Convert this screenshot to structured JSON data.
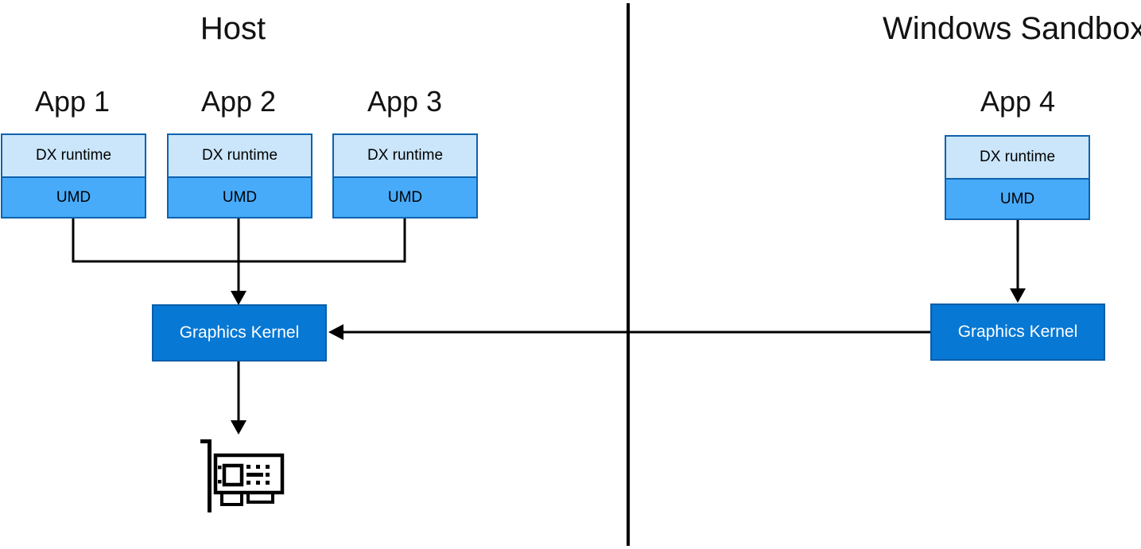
{
  "diagram": {
    "host": {
      "title": "Host",
      "apps": [
        {
          "label": "App 1",
          "layers": [
            "DX runtime",
            "UMD"
          ]
        },
        {
          "label": "App 2",
          "layers": [
            "DX runtime",
            "UMD"
          ]
        },
        {
          "label": "App 3",
          "layers": [
            "DX runtime",
            "UMD"
          ]
        }
      ],
      "kernel_label": "Graphics Kernel",
      "gpu_icon": "pci-graphics-card-icon"
    },
    "sandbox": {
      "title": "Windows Sandbox",
      "apps": [
        {
          "label": "App 4",
          "layers": [
            "DX runtime",
            "UMD"
          ]
        }
      ],
      "kernel_label": "Graphics Kernel"
    },
    "colors": {
      "dx_runtime_fill": "#CBE6FA",
      "umd_fill": "#47ABFA",
      "app_box_border": "#0D62AE",
      "kernel_fill": "#0778D4",
      "kernel_border": "#0A5EA8",
      "kernel_text": "#FFFFFF",
      "connector_line": "#000000",
      "divider_line": "#000000",
      "background": "#FFFFFF"
    }
  }
}
